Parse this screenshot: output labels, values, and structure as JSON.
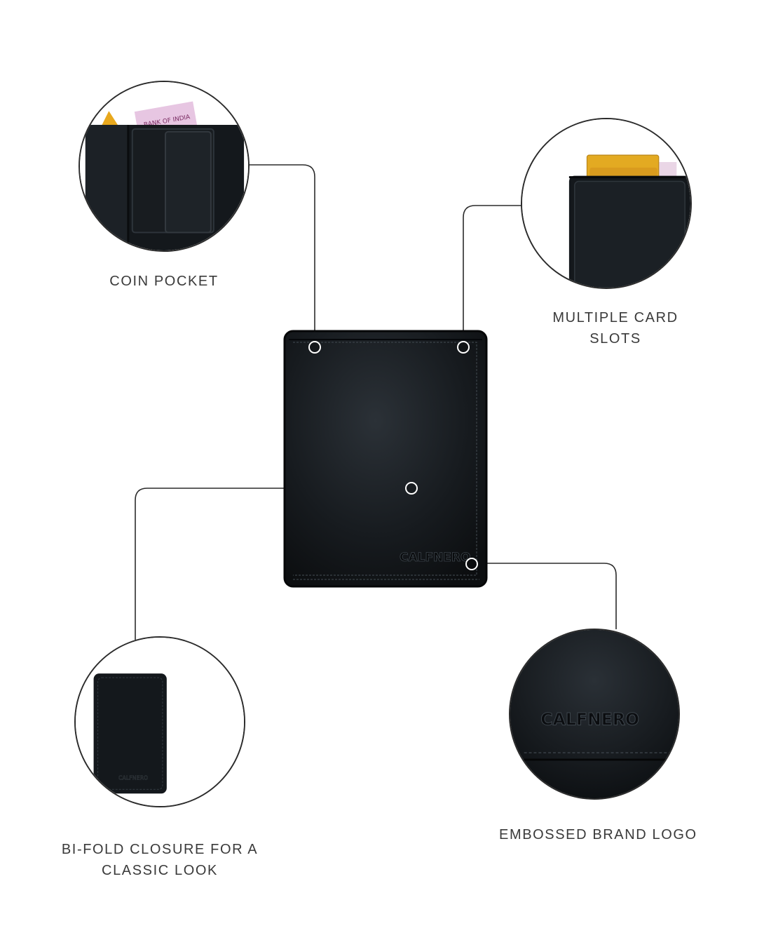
{
  "brand": {
    "logo_text": "CALFNERO"
  },
  "features": [
    {
      "id": "coin-pocket",
      "lines": [
        "COIN POCKET"
      ],
      "icon": "coin-pocket-closeup"
    },
    {
      "id": "card-slots",
      "lines": [
        "MULTIPLE CARD",
        "SLOTS"
      ],
      "icon": "card-slots-closeup"
    },
    {
      "id": "bifold",
      "lines": [
        "BI-FOLD CLOSURE FOR A",
        "CLASSIC LOOK"
      ],
      "icon": "bifold-closeup"
    },
    {
      "id": "logo",
      "lines": [
        "EMBOSSED BRAND LOGO"
      ],
      "icon": "logo-closeup"
    }
  ],
  "inset_details": {
    "banknote_text": "BANK OF INDIA"
  },
  "colors": {
    "leather": "#12161a",
    "leather_highlight": "#2a3036",
    "card_gold": "#e3aa22",
    "note_pink": "#d98ac6",
    "line": "#2b2b2b",
    "text": "#3a3a3a"
  }
}
